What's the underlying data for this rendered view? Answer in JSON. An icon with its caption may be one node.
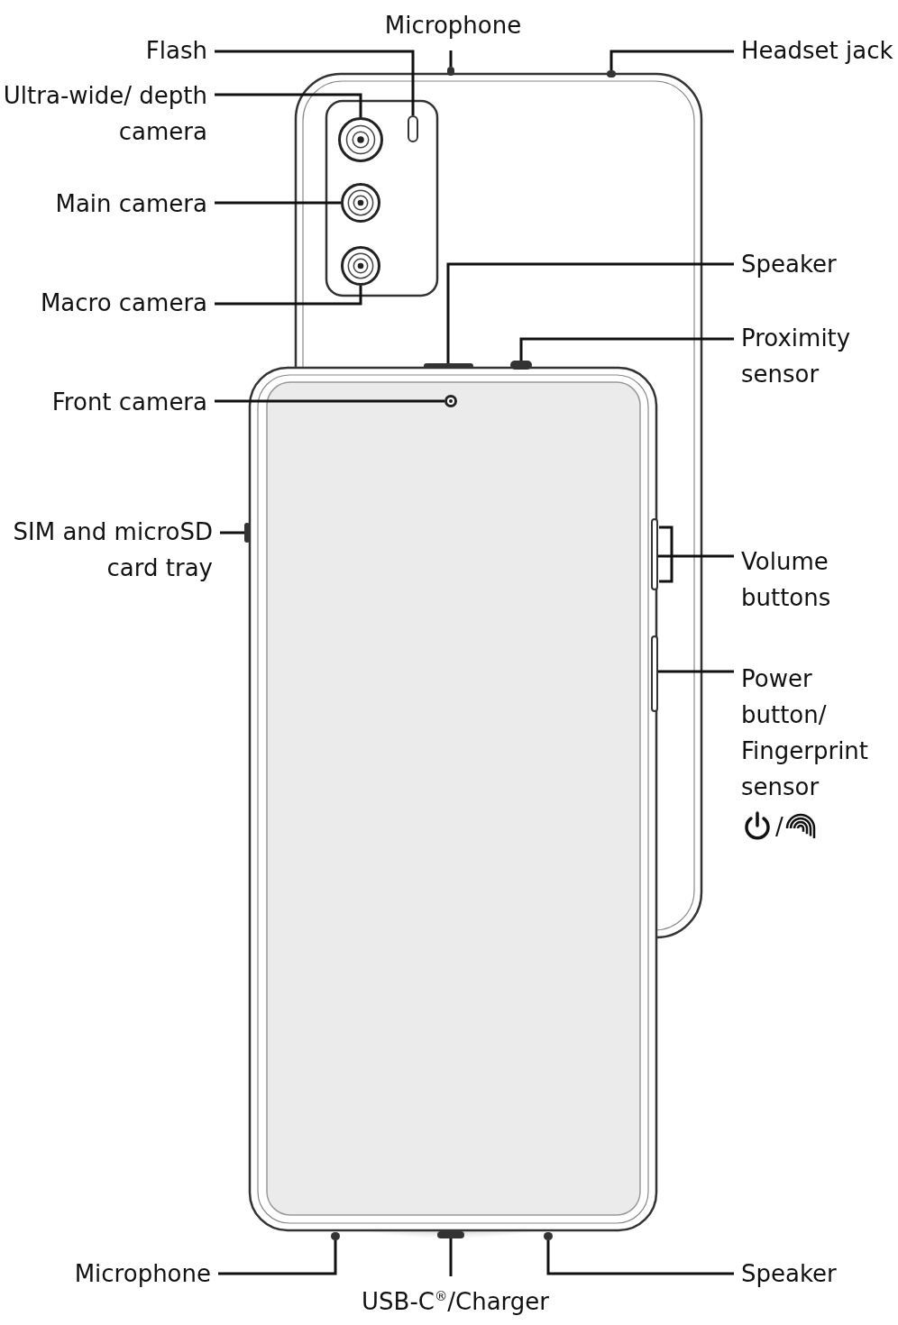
{
  "diagram": {
    "nodes": [
      {
        "text": [
          "Microphone"
        ]
      },
      {
        "text": [],
        "shape": "bar"
      },
      {
        "text": [
          "Flash"
        ]
      },
      {
        "text": [],
        "shape": "box"
      },
      {
        "text": [
          "Ultra-wide/ depth camera"
        ]
      },
      {
        "text": [],
        "shape": "circle"
      },
      {
        "text": [
          "Headset jack"
        ]
      },
      {
        "text": [],
        "shape": "bar"
      },
      {
        "text": [
          "Main camera"
        ]
      },
      {
        "text": [],
        "shape": "circle"
      },
      {
        "text": [
          "Macro camera"
        ]
      },
      {
        "text": [],
        "shape": "circle"
      },
      {
        "text": [
          "Speaker"
        ]
      },
      {
        "text": [],
        "shape": "bar"
      },
      {
        "text": [
          "Proximity sensor"
        ]
      },
      {
        "text": [],
        "shape": "bar"
      },
      {
        "text": [
          "Front camera"
        ]
      },
      {
        "text": [],
        "shape": "circle"
      },
      {
        "text": [
          "SIM and microSD card tray"
        ]
      },
      {
        "text": [],
        "shape": "bar"
      },
      {
        "text": [
          "Volume buttons"
        ]
      },
      {
        "text": [],
        "shape": "box"
      },
      {
        "text": [
          "Power button/ Fingerprint sensor",
          "/"
        ]
      },
      {
        "text": [],
        "shape": "box"
      },
      {
        "text": [
          "Microphone"
        ]
      },
      {
        "text": [],
        "shape": "bar"
      },
      {
        "text": [
          "USB-C$^{®}$/Charger"
        ]
      },
      {
        "text": [],
        "shape": "bar"
      },
      {
        "text": [
          "Speaker"
        ]
      },
      {
        "text": [],
        "shape": "bar"
      }
    ],
    "edges": [
      {
        "from": 0,
        "to": 1,
        "arrow": "none"
      },
      {
        "from": 2,
        "to": 3,
        "arrow": "none"
      },
      {
        "from": 4,
        "to": 5,
        "arrow": "none"
      },
      {
        "from": 6,
        "to": 7,
        "arrow": "none"
      },
      {
        "from": 8,
        "to": 9,
        "arrow": "none"
      },
      {
        "from": 10,
        "to": 11,
        "arrow": "none"
      },
      {
        "from": 12,
        "to": 13,
        "arrow": "none"
      },
      {
        "from": 14,
        "to": 15,
        "arrow": "none"
      },
      {
        "from": 16,
        "to": 17,
        "arrow": "none"
      },
      {
        "from": 18,
        "to": 19,
        "arrow": "none"
      },
      {
        "from": 20,
        "to": 21,
        "arrow": "none"
      },
      {
        "from": 22,
        "to": 23,
        "arrow": "none"
      },
      {
        "from": 24,
        "to": 25,
        "arrow": "none"
      },
      {
        "from": 26,
        "to": 27,
        "arrow": "none"
      },
      {
        "from": 28,
        "to": 29,
        "arrow": "none"
      }
    ]
  }
}
